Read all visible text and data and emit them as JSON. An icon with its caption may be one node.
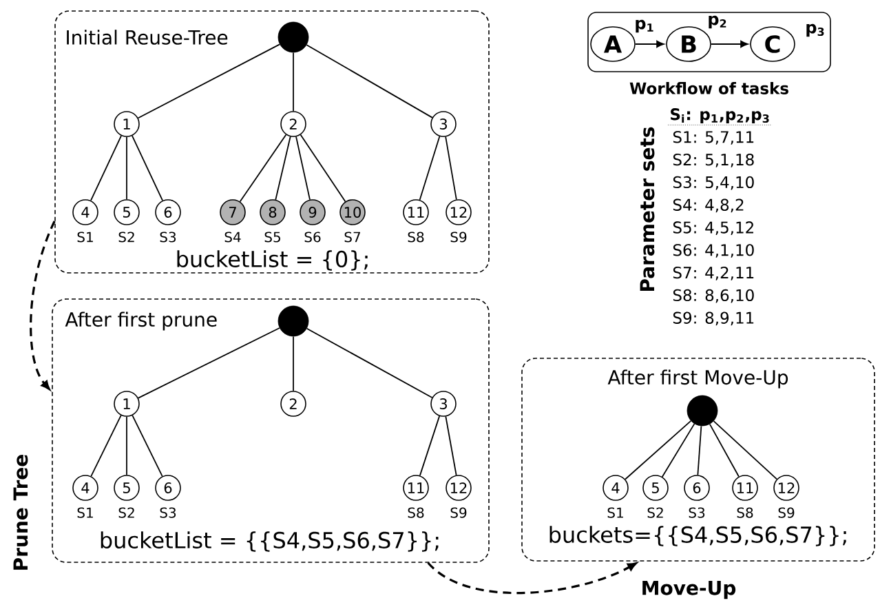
{
  "diagram": {
    "nodes": [
      {
        "text": [
          "Initial Reuse-Tree",
          "bucketList = {0};"
        ]
      },
      {
        "text": [],
        "shape": "circle",
        "in": 0
      },
      {
        "text": [
          "1"
        ],
        "in": 0
      },
      {
        "text": [
          "2"
        ],
        "in": 0
      },
      {
        "text": [
          "3"
        ],
        "in": 0
      },
      {
        "text": [
          "4"
        ],
        "beside": [
          "S1"
        ],
        "in": 0
      },
      {
        "text": [
          "5"
        ],
        "beside": [
          "S2"
        ],
        "in": 0
      },
      {
        "text": [
          "6"
        ],
        "beside": [
          "S3"
        ],
        "in": 0
      },
      {
        "text": [
          "7"
        ],
        "beside": [
          "S4"
        ],
        "in": 0
      },
      {
        "text": [
          "8"
        ],
        "beside": [
          "S5"
        ],
        "in": 0
      },
      {
        "text": [
          "9"
        ],
        "beside": [
          "S6"
        ],
        "in": 0
      },
      {
        "text": [
          "10"
        ],
        "beside": [
          "S7"
        ],
        "in": 0
      },
      {
        "text": [
          "11"
        ],
        "beside": [
          "S8"
        ],
        "in": 0
      },
      {
        "text": [
          "12"
        ],
        "beside": [
          "S9"
        ],
        "in": 0
      },
      {
        "text": [
          "After first prune",
          "bucketList = {{S4,S5,S6,S7}};"
        ]
      },
      {
        "text": [],
        "shape": "circle",
        "in": 14
      },
      {
        "text": [
          "1"
        ],
        "in": 14
      },
      {
        "text": [
          "2"
        ],
        "in": 14
      },
      {
        "text": [
          "3"
        ],
        "in": 14
      },
      {
        "text": [
          "4"
        ],
        "beside": [
          "S1"
        ],
        "in": 14
      },
      {
        "text": [
          "5"
        ],
        "beside": [
          "S2"
        ],
        "in": 14
      },
      {
        "text": [
          "6"
        ],
        "beside": [
          "S3"
        ],
        "in": 14
      },
      {
        "text": [
          "11"
        ],
        "beside": [
          "S8"
        ],
        "in": 14
      },
      {
        "text": [
          "12"
        ],
        "beside": [
          "S9"
        ],
        "in": 14
      },
      {
        "text": [
          "After first Move-Up",
          "buckets={{S4,S5,S6,S7}};"
        ]
      },
      {
        "text": [],
        "shape": "circle",
        "in": 24
      },
      {
        "text": [
          "4"
        ],
        "beside": [
          "S1"
        ],
        "in": 24
      },
      {
        "text": [
          "5"
        ],
        "beside": [
          "S2"
        ],
        "in": 24
      },
      {
        "text": [
          "6"
        ],
        "beside": [
          "S3"
        ],
        "in": 24
      },
      {
        "text": [
          "11"
        ],
        "beside": [
          "S8"
        ],
        "in": 24
      },
      {
        "text": [
          "12"
        ],
        "beside": [
          "S9"
        ],
        "in": 24
      },
      {
        "text": [
          "Workflow of tasks"
        ]
      },
      {
        "text": [
          "A"
        ],
        "beside": [
          "p$_{1}$"
        ],
        "in": 31
      },
      {
        "text": [
          "B"
        ],
        "beside": [
          "p$_{2}$"
        ],
        "in": 31
      },
      {
        "text": [
          "C"
        ],
        "beside": [
          "p$_{3}$"
        ],
        "in": 31
      }
    ],
    "edges": [
      {
        "from": 1,
        "to": 2,
        "arrow": "none"
      },
      {
        "from": 1,
        "to": 3,
        "arrow": "none"
      },
      {
        "from": 1,
        "to": 4,
        "arrow": "none"
      },
      {
        "from": 2,
        "to": 5,
        "arrow": "none"
      },
      {
        "from": 2,
        "to": 6,
        "arrow": "none"
      },
      {
        "from": 2,
        "to": 7,
        "arrow": "none"
      },
      {
        "from": 3,
        "to": 8,
        "arrow": "none"
      },
      {
        "from": 3,
        "to": 9,
        "arrow": "none"
      },
      {
        "from": 3,
        "to": 10,
        "arrow": "none"
      },
      {
        "from": 3,
        "to": 11,
        "arrow": "none"
      },
      {
        "from": 4,
        "to": 12,
        "arrow": "none"
      },
      {
        "from": 4,
        "to": 13,
        "arrow": "none"
      },
      {
        "from": 15,
        "to": 16,
        "arrow": "none"
      },
      {
        "from": 15,
        "to": 17,
        "arrow": "none"
      },
      {
        "from": 15,
        "to": 18,
        "arrow": "none"
      },
      {
        "from": 16,
        "to": 19,
        "arrow": "none"
      },
      {
        "from": 16,
        "to": 20,
        "arrow": "none"
      },
      {
        "from": 16,
        "to": 21,
        "arrow": "none"
      },
      {
        "from": 18,
        "to": 22,
        "arrow": "none"
      },
      {
        "from": 18,
        "to": 23,
        "arrow": "none"
      },
      {
        "from": 25,
        "to": 26,
        "arrow": "none"
      },
      {
        "from": 25,
        "to": 27,
        "arrow": "none"
      },
      {
        "from": 25,
        "to": 28,
        "arrow": "none"
      },
      {
        "from": 25,
        "to": 29,
        "arrow": "none"
      },
      {
        "from": 25,
        "to": 30,
        "arrow": "none"
      },
      {
        "from": 32,
        "to": 33,
        "arrow": "to"
      },
      {
        "from": 33,
        "to": 34,
        "arrow": "to"
      },
      {
        "from": 0,
        "to": 14,
        "arrow": "to",
        "style": "dashed",
        "label": "Prune Tree"
      },
      {
        "from": 14,
        "to": 24,
        "arrow": "to",
        "style": "dashed",
        "label": "Move-Up"
      }
    ],
    "labels": [
      "Parameter sets",
      "S$_{i}$: p$_{1}$,p$_{2}$,p$_{3}$",
      "S1: 5,7,11",
      "S2: 5,1,18",
      "S3: 5,4,10",
      "S4: 4,8,2",
      "S5: 4,5,12",
      "S6: 4,1,10",
      "S7: 4,2,11",
      "S8: 8,6,10",
      "S9: 8,9,11"
    ]
  }
}
